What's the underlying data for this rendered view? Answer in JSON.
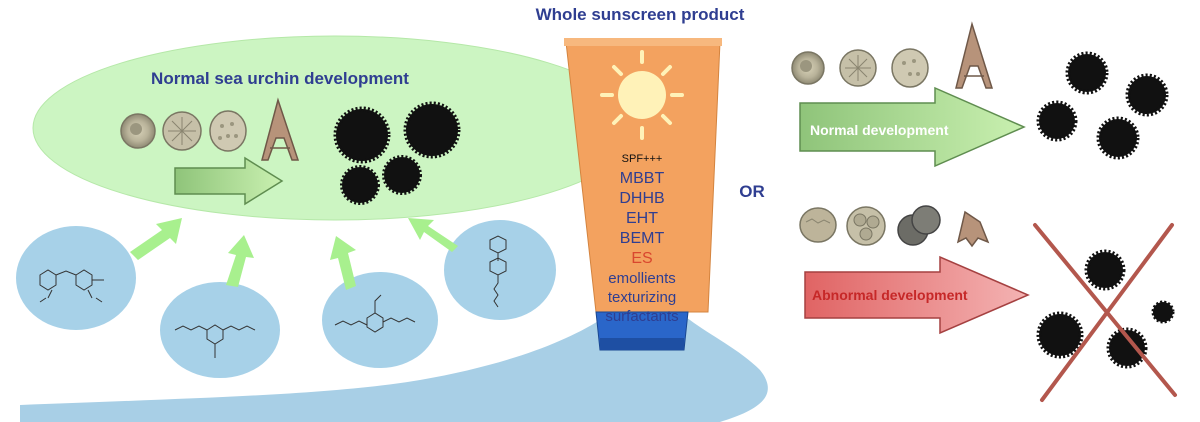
{
  "title": "Whole sunscreen product",
  "normal_panel": {
    "title": "Normal sea urchin development"
  },
  "tube": {
    "spf": "SPF+++",
    "ingredients": [
      "MBBT",
      "DHHB",
      "EHT",
      "BEMT"
    ],
    "es": "ES",
    "extras": [
      "emollients",
      "texturizing",
      "surfactants"
    ]
  },
  "or_label": "OR",
  "outcomes": {
    "normal": "Normal development",
    "abnormal": "Abnormal development"
  },
  "colors": {
    "green_panel": "#ccf5c2",
    "molecule_bubble": "#a7d1e8",
    "water": "#a8cfe6",
    "tube_orange": "#f3a25f",
    "cap_blue": "#2a66c9",
    "text_blue": "#2f3e91",
    "es_red": "#d9472e",
    "green_arrow": "#9fd18a",
    "red_arrow": "#e87a7a",
    "cross": "#b3574d",
    "sun": "#fff2b8"
  }
}
